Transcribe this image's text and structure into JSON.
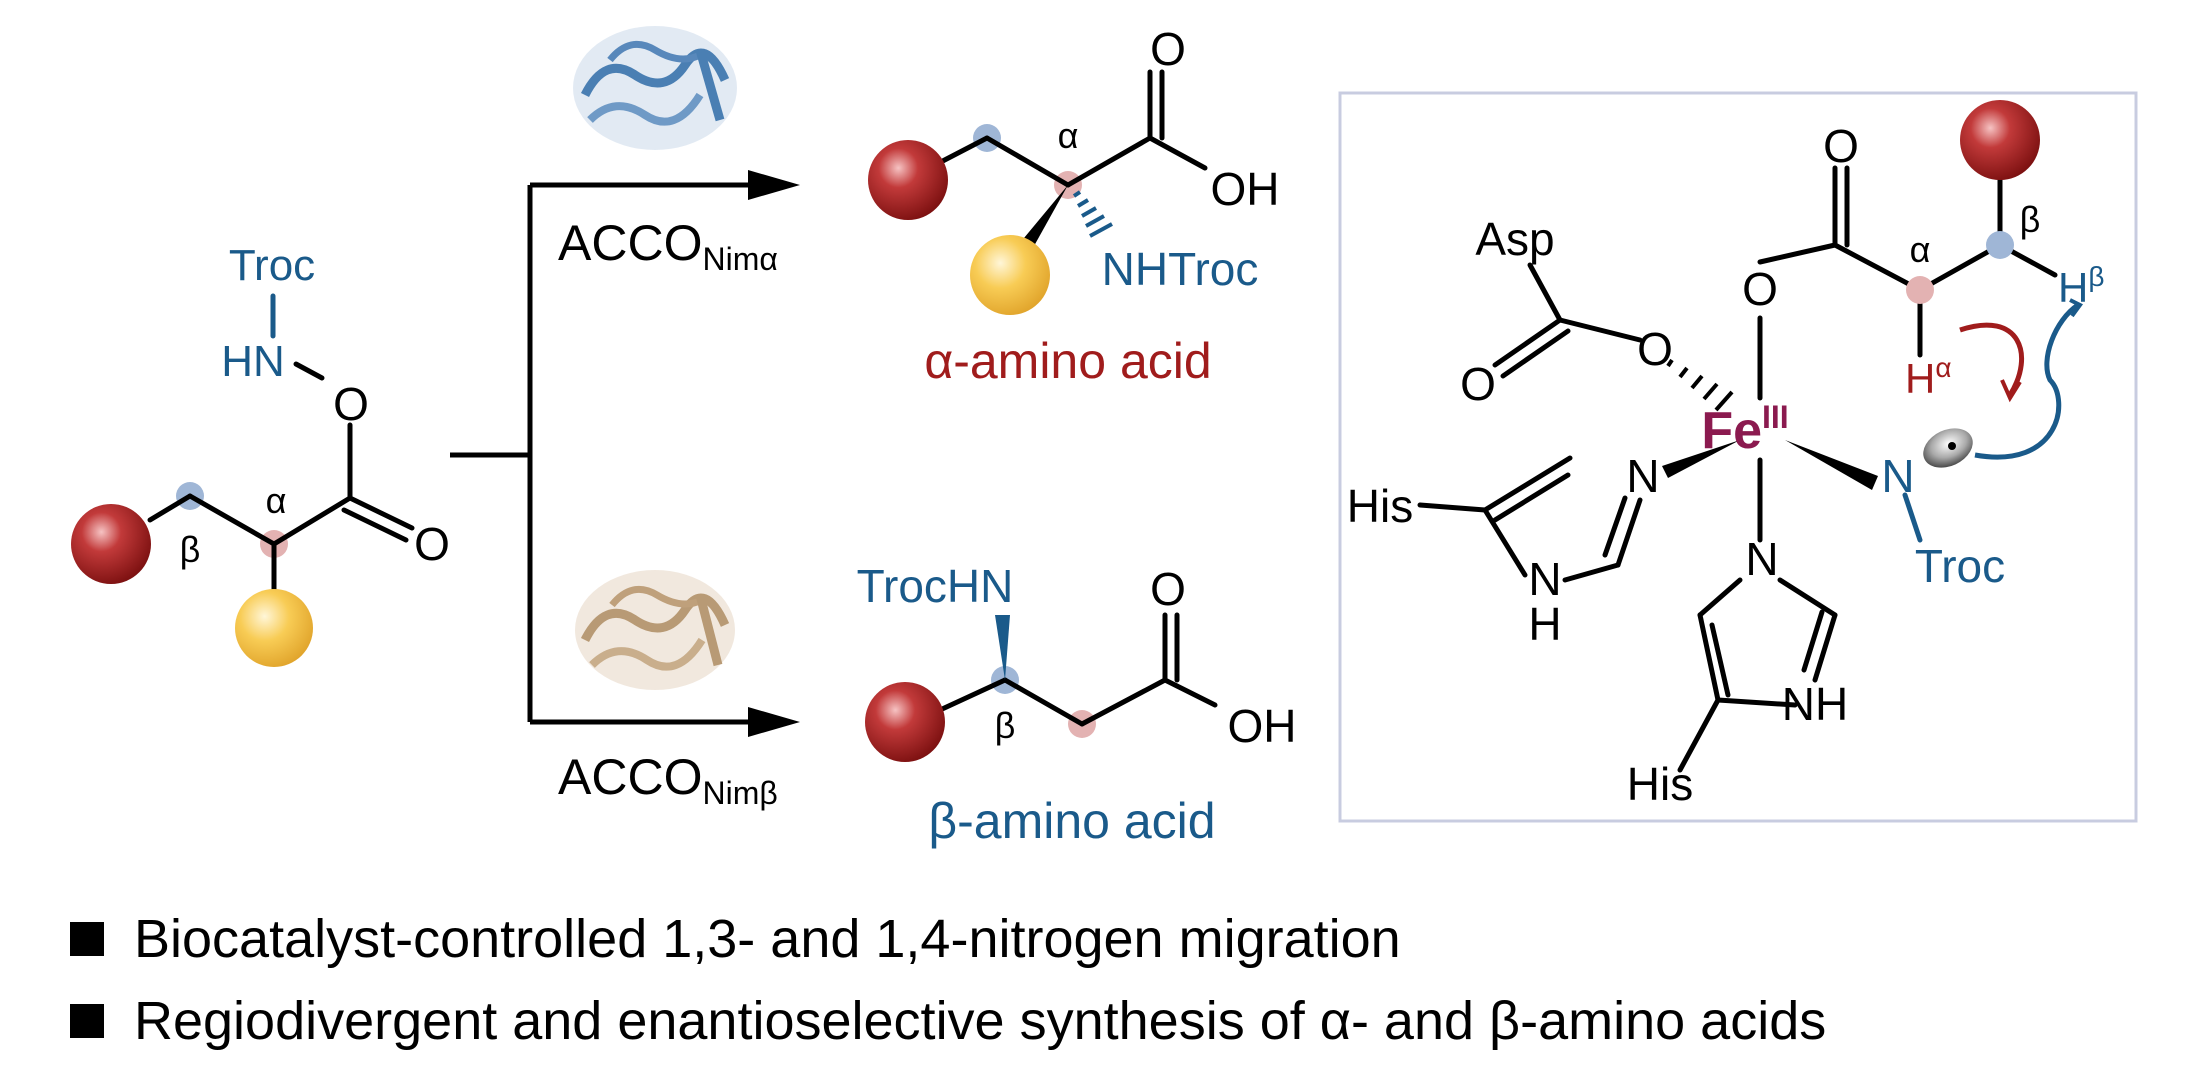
{
  "colors": {
    "red_sphere": "#9b1b1b",
    "yellow_sphere": "#f5c043",
    "blue_text": "#1a5a8a",
    "red_text": "#a01c1c",
    "iron": "#8b1a4f",
    "blue_dot": "#9fb6d6",
    "pink_dot": "#e3b2b2",
    "box_border": "#c8cce0"
  },
  "icons": [
    "protein-alpha-icon",
    "protein-beta-icon",
    "red-sphere-icon",
    "yellow-sphere-icon"
  ],
  "substrate": {
    "troc": "Troc",
    "hn": "HN",
    "o_ether": "O",
    "o_carbonyl": "O",
    "alpha": "α",
    "beta": "β"
  },
  "top_reaction": {
    "enzyme_main": "ACCO",
    "enzyme_sub": "Nimα",
    "carbonyl_o": "O",
    "oh": "OH",
    "alpha": "α",
    "nhtroc": "NHTroc",
    "product_label": "α-amino acid"
  },
  "bottom_reaction": {
    "enzyme_main": "ACCO",
    "enzyme_sub": "Nimβ",
    "trochn": "TrocHN",
    "carbonyl_o": "O",
    "oh": "OH",
    "beta": "β",
    "product_label": "β-amino acid"
  },
  "mechanism": {
    "asp": "Asp",
    "asp_o1": "O",
    "asp_o2": "O",
    "fe": "Fe",
    "fe_ox": "III",
    "o_top": "O",
    "o_ester": "O",
    "alpha": "α",
    "beta": "β",
    "h_alpha_main": "H",
    "h_alpha_sup": "α",
    "h_beta_main": "H",
    "h_beta_sup": "β",
    "n_troc": "N",
    "troc": "Troc",
    "his1": "His",
    "his1_n": "N",
    "his1_nh_n": "N",
    "his1_nh_h": "H",
    "his2": "His",
    "his2_n": "N",
    "his2_nh": "NH"
  },
  "bullets": [
    "Biocatalyst-controlled 1,3- and 1,4-nitrogen migration",
    "Regiodivergent and enantioselective synthesis of α- and β-amino acids"
  ]
}
